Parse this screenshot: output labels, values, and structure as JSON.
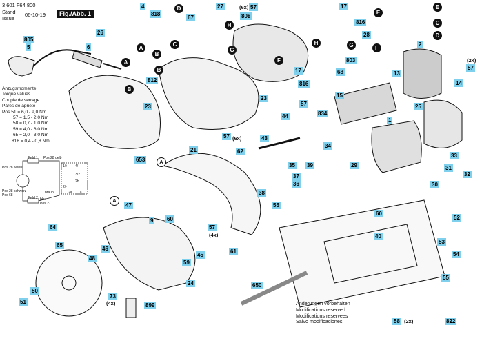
{
  "header": {
    "part_number": "3 601 F64 800",
    "stand_label": "Stand",
    "issue_label": "Issue",
    "issue_date": "06-10-19",
    "figure_label": "Fig./Abb. 1"
  },
  "torque": {
    "lines": [
      "Anzugsmomente",
      "Torque values",
      "Couple de serrage",
      "Pares de apriete",
      "Pos  51 = 6,0 - 9,0 Nm",
      "57 = 1,5 - 2,0 Nm",
      "58 = 0,7 - 1,0 Nm",
      "59 = 4,0 - 6,0 Nm",
      "65 = 2,0 - 3,0 Nm",
      "818 = 0,4 - 0,8 Nm"
    ]
  },
  "schematic": {
    "labels": [
      "Feld 1",
      "Pos 28 gelb",
      "Pos 28 weiss",
      "Pos 28 schwarz",
      "Pos 68",
      "Feld 2",
      "blau",
      "Pos 27",
      "braun",
      "1/+",
      "2/-",
      "4/+",
      "3/2",
      "2b",
      "2a",
      "1a"
    ]
  },
  "notes": [
    "Änderungen vorbehalten",
    "Modifications reserved",
    "Modifications reservees",
    "Salvo modificaciones"
  ],
  "parts": [
    {
      "id": "p4",
      "text": "4"
    },
    {
      "id": "p818a",
      "text": "818"
    },
    {
      "id": "p67",
      "text": "67"
    },
    {
      "id": "p27",
      "text": "27"
    },
    {
      "id": "p57a",
      "text": "57"
    },
    {
      "id": "p808",
      "text": "808"
    },
    {
      "id": "p17a",
      "text": "17"
    },
    {
      "id": "p816a",
      "text": "816"
    },
    {
      "id": "p28",
      "text": "28"
    },
    {
      "id": "p805",
      "text": "805"
    },
    {
      "id": "p5",
      "text": "5"
    },
    {
      "id": "p6",
      "text": "6"
    },
    {
      "id": "p26",
      "text": "26"
    },
    {
      "id": "p812",
      "text": "812"
    },
    {
      "id": "p2",
      "text": "2"
    },
    {
      "id": "p57b",
      "text": "57"
    },
    {
      "id": "p803",
      "text": "803"
    },
    {
      "id": "p13",
      "text": "13"
    },
    {
      "id": "p17b",
      "text": "17"
    },
    {
      "id": "p68",
      "text": "68"
    },
    {
      "id": "p816b",
      "text": "816"
    },
    {
      "id": "p15",
      "text": "15"
    },
    {
      "id": "p14",
      "text": "14"
    },
    {
      "id": "p23a",
      "text": "23"
    },
    {
      "id": "p23b",
      "text": "23"
    },
    {
      "id": "p25",
      "text": "25"
    },
    {
      "id": "p57c",
      "text": "57"
    },
    {
      "id": "p834",
      "text": "834"
    },
    {
      "id": "p44",
      "text": "44"
    },
    {
      "id": "p1",
      "text": "1"
    },
    {
      "id": "p57d",
      "text": "57"
    },
    {
      "id": "p43",
      "text": "43"
    },
    {
      "id": "p33",
      "text": "33"
    },
    {
      "id": "p21",
      "text": "21"
    },
    {
      "id": "p62",
      "text": "62"
    },
    {
      "id": "p34",
      "text": "34"
    },
    {
      "id": "p653",
      "text": "653"
    },
    {
      "id": "p39",
      "text": "39"
    },
    {
      "id": "p29",
      "text": "29"
    },
    {
      "id": "p31",
      "text": "31"
    },
    {
      "id": "p35",
      "text": "35"
    },
    {
      "id": "p36",
      "text": "36"
    },
    {
      "id": "p37",
      "text": "37"
    },
    {
      "id": "p32",
      "text": "32"
    },
    {
      "id": "p30",
      "text": "30"
    },
    {
      "id": "p38",
      "text": "38"
    },
    {
      "id": "p55a",
      "text": "55"
    },
    {
      "id": "p47",
      "text": "47"
    },
    {
      "id": "p60a",
      "text": "60"
    },
    {
      "id": "p60b",
      "text": "60"
    },
    {
      "id": "p52",
      "text": "52"
    },
    {
      "id": "p9",
      "text": "9"
    },
    {
      "id": "p64",
      "text": "64"
    },
    {
      "id": "p57e",
      "text": "57"
    },
    {
      "id": "p40",
      "text": "40"
    },
    {
      "id": "p53",
      "text": "53"
    },
    {
      "id": "p65",
      "text": "65"
    },
    {
      "id": "p46",
      "text": "46"
    },
    {
      "id": "p61",
      "text": "61"
    },
    {
      "id": "p54",
      "text": "54"
    },
    {
      "id": "p48",
      "text": "48"
    },
    {
      "id": "p59",
      "text": "59"
    },
    {
      "id": "p45",
      "text": "45"
    },
    {
      "id": "p55b",
      "text": "55"
    },
    {
      "id": "p24",
      "text": "24"
    },
    {
      "id": "p650",
      "text": "650"
    },
    {
      "id": "p50",
      "text": "50"
    },
    {
      "id": "p73",
      "text": "73"
    },
    {
      "id": "p899",
      "text": "899"
    },
    {
      "id": "p51",
      "text": "51"
    },
    {
      "id": "p822",
      "text": "822"
    },
    {
      "id": "p58",
      "text": "58"
    }
  ],
  "qty": [
    {
      "id": "q6x_a",
      "text": "(6x)"
    },
    {
      "id": "q2x_a",
      "text": "(2x)"
    },
    {
      "id": "q6x_b",
      "text": "(6x)"
    },
    {
      "id": "q4x_a",
      "text": "(4x)"
    },
    {
      "id": "q4x_b",
      "text": "(4x)"
    },
    {
      "id": "q2x_b",
      "text": "(2x)"
    }
  ],
  "refs": [
    {
      "id": "rD1",
      "text": "D"
    },
    {
      "id": "rH1",
      "text": "H"
    },
    {
      "id": "rE1",
      "text": "E"
    },
    {
      "id": "rE2",
      "text": "E"
    },
    {
      "id": "rA1",
      "text": "A"
    },
    {
      "id": "rB1",
      "text": "B"
    },
    {
      "id": "rC1",
      "text": "C"
    },
    {
      "id": "rG1",
      "text": "G"
    },
    {
      "id": "rH2",
      "text": "H"
    },
    {
      "id": "rG2",
      "text": "G"
    },
    {
      "id": "rF1",
      "text": "F"
    },
    {
      "id": "rF2",
      "text": "F"
    },
    {
      "id": "rA2",
      "text": "A"
    },
    {
      "id": "rB2",
      "text": "B"
    },
    {
      "id": "rB3",
      "text": "B"
    },
    {
      "id": "rC2",
      "text": "C"
    },
    {
      "id": "rD2",
      "text": "D"
    }
  ],
  "refs_outline": [
    {
      "id": "rA3",
      "text": "A"
    },
    {
      "id": "rA4",
      "text": "A"
    }
  ]
}
